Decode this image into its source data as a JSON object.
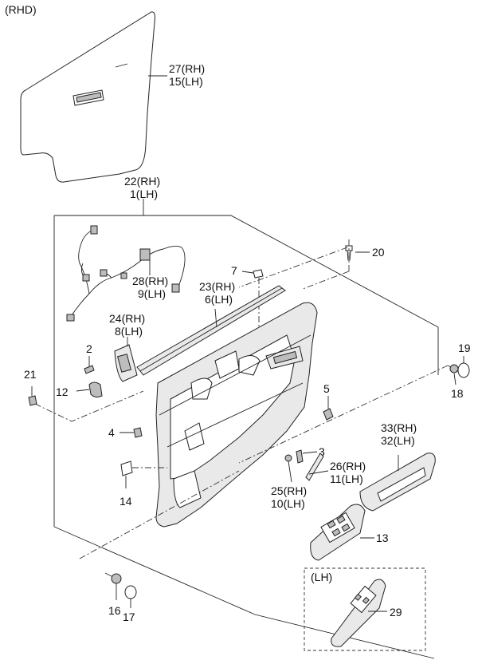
{
  "header": {
    "variant": "(RHD)"
  },
  "callouts": {
    "p27": "27(RH)",
    "p15": "15(LH)",
    "p22": "22(RH)",
    "p1": "1(LH)",
    "p20": "20",
    "p7": "7",
    "p28": "28(RH)",
    "p9": "9(LH)",
    "p23": "23(RH)",
    "p6": "6(LH)",
    "p24": "24(RH)",
    "p8": "8(LH)",
    "p2": "2",
    "p19": "19",
    "p21": "21",
    "p18": "18",
    "p12": "12",
    "p5": "5",
    "p4": "4",
    "p33": "33(RH)",
    "p32": "32(LH)",
    "p3": "3",
    "p26": "26(RH)",
    "p11": "11(LH)",
    "p25": "25(RH)",
    "p10": "10(LH)",
    "p14": "14",
    "p13": "13",
    "p16": "16",
    "p17": "17",
    "lh_box": "(LH)",
    "p29": "29"
  }
}
